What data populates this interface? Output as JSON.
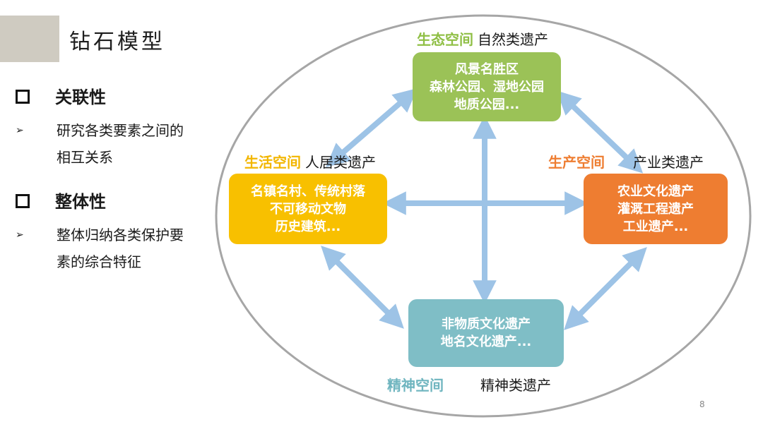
{
  "slide": {
    "title": "钻石模型",
    "page_number": "8"
  },
  "sections": [
    {
      "heading": "关联性",
      "bullets": [
        "研究各类要素之间的",
        "相互关系"
      ]
    },
    {
      "heading": "整体性",
      "bullets": [
        "整体归纳各类保护要",
        "素的综合特征"
      ]
    }
  ],
  "bullet_glyph": "➢",
  "diagram": {
    "nodes": {
      "eco": {
        "space": "生态空间",
        "heritage": "自然类遗产",
        "lines": [
          "风景名胜区",
          "森林公园、湿地公园",
          "地质公园..."
        ],
        "color": "#9bc257",
        "space_color": "#8fbf45"
      },
      "life": {
        "space": "生活空间",
        "heritage": "人居类遗产",
        "lines": [
          "名镇名村、传统村落",
          "不可移动文物",
          "历史建筑..."
        ],
        "color": "#f8c000",
        "space_color": "#f2b600"
      },
      "prod": {
        "space": "生产空间",
        "heritage": "产业类遗产",
        "lines": [
          "农业文化遗产",
          "灌溉工程遗产",
          "工业遗产..."
        ],
        "color": "#ee7d31",
        "space_color": "#ee7d31"
      },
      "spirit": {
        "space": "精神空间",
        "heritage": "精神类遗产",
        "lines": [
          "非物质文化遗产",
          "地名文化遗产..."
        ],
        "color": "#7fbec6",
        "space_color": "#6fb5bf"
      }
    },
    "arrow_color": "#9dc3e6",
    "ellipse_color": "#a6a6a6"
  }
}
